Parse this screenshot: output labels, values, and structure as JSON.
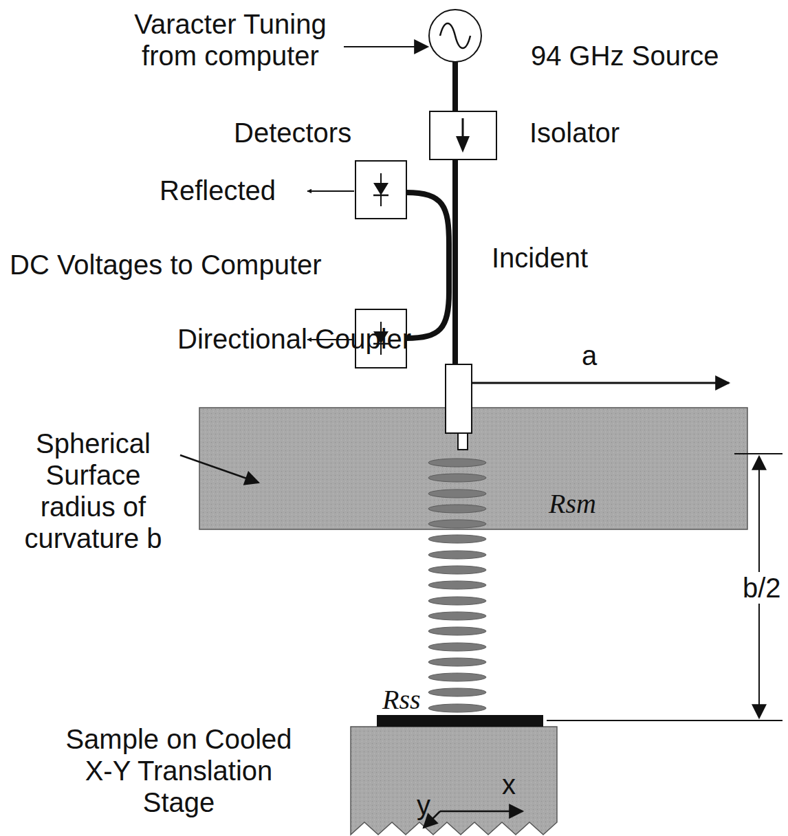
{
  "diagram": {
    "nodes": [
      {
        "text": [
          "Rsm"
        ]
      }
    ],
    "labels": [
      "Varacter Tuning from computer",
      "94 GHz Source",
      "Detectors",
      "Isolator",
      "Reflected",
      "DC Voltages to Computer",
      "Incident",
      "Directional Coupler",
      "a",
      "Spherical Surface radius of curvature b",
      "b/2",
      "Rss",
      "Sample on Cooled X-Y Translation Stage",
      "x",
      "y"
    ]
  }
}
